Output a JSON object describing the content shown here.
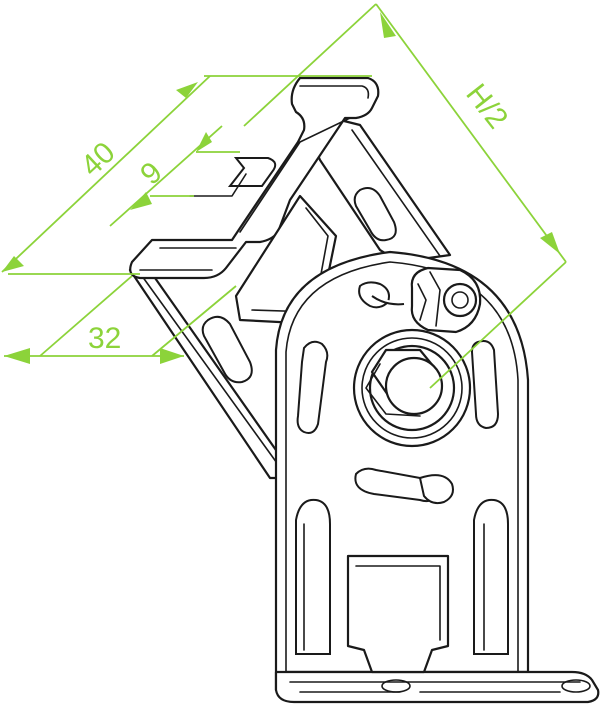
{
  "dimensions": {
    "width": "40",
    "slot": "9",
    "depth": "32",
    "half_height": "H/2"
  },
  "colors": {
    "dimension": "#8cd33a",
    "outline": "#1a1a1a",
    "background": "#ffffff"
  }
}
